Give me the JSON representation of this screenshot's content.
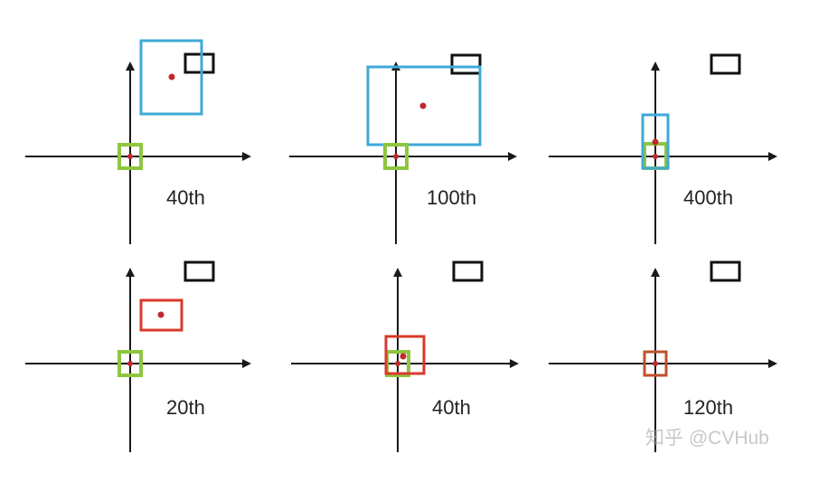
{
  "colors": {
    "axis": "#1a1a1a",
    "anchor_box": "#8dc63f",
    "pred_box_blue": "#3fa9d8",
    "pred_box_red": "#d83a2b",
    "center_dot": "#c0282d",
    "target_box": "#111111",
    "watermark": "#c8c8c8"
  },
  "panels": [
    {
      "label": "40th",
      "pred_color": "pred_box_blue"
    },
    {
      "label": "100th",
      "pred_color": "pred_box_blue"
    },
    {
      "label": "400th",
      "pred_color": "pred_box_blue"
    },
    {
      "label": "20th",
      "pred_color": "pred_box_red"
    },
    {
      "label": "40th",
      "pred_color": "pred_box_red"
    },
    {
      "label": "120th",
      "pred_color": "pred_box_red"
    }
  ],
  "watermark": "知乎 @CVHub"
}
